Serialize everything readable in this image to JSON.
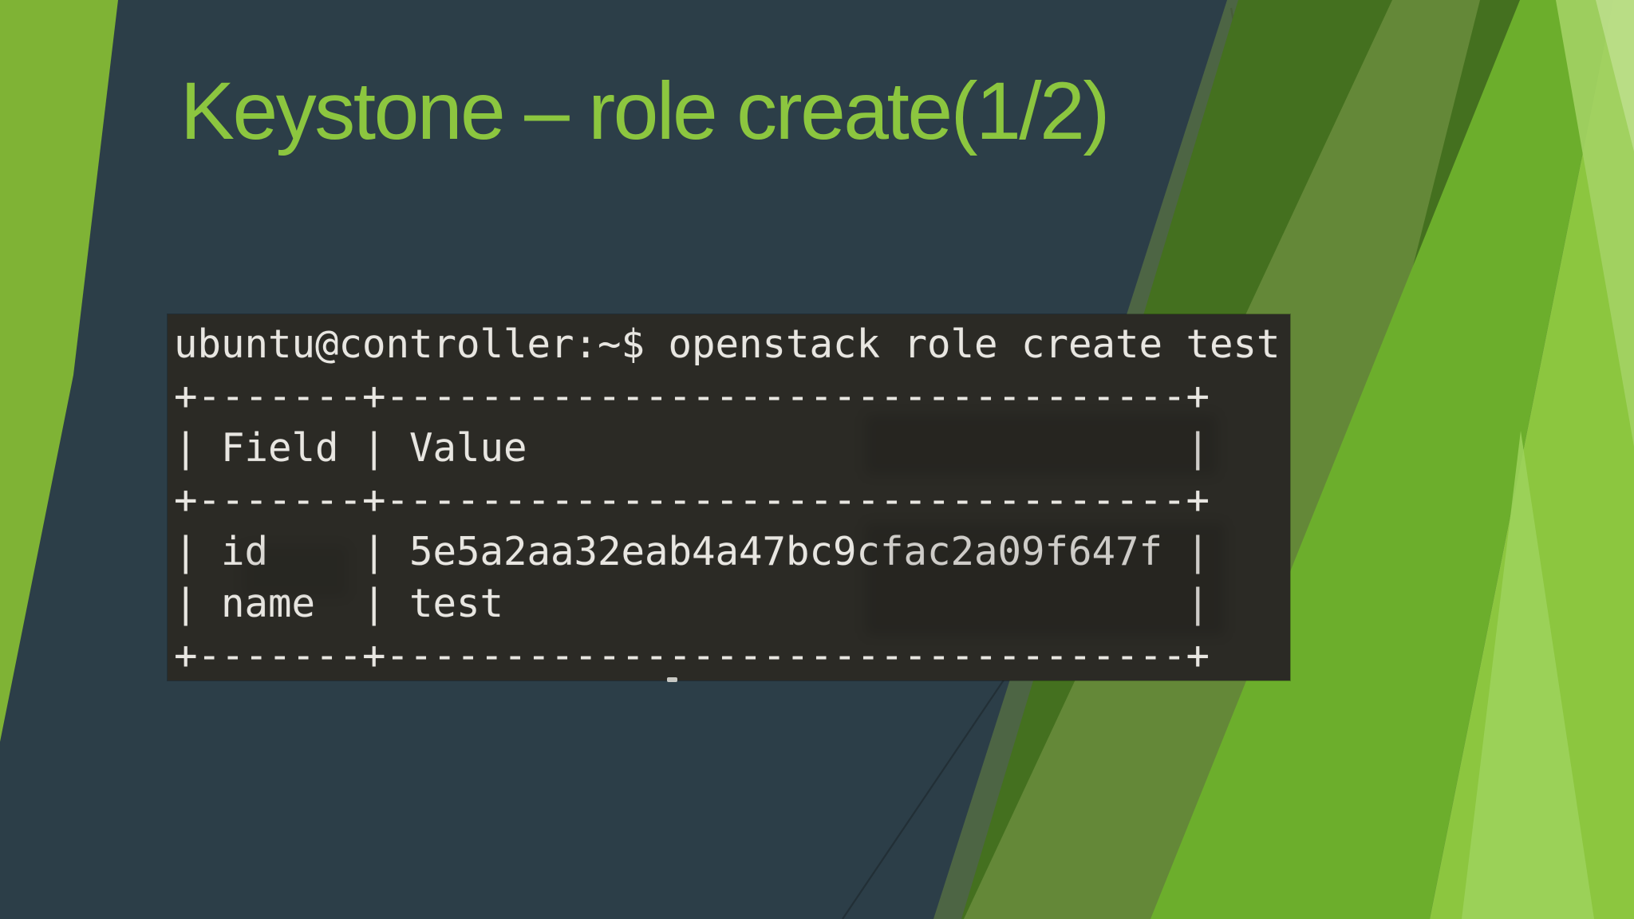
{
  "slide": {
    "title": "Keystone – role create(1/2)"
  },
  "terminal": {
    "prompt": "ubuntu@controller:~$",
    "command": "openstack role create test",
    "screen_text": "ubuntu@controller:~$ openstack role create test\n+-------+----------------------------------+\n| Field | Value                            |\n+-------+----------------------------------+\n| id    | 5e5a2aa32eab4a47bc9cfac2a09f647f |\n| name  | test                             |\n+-------+----------------------------------+",
    "table": {
      "headers": [
        "Field",
        "Value"
      ],
      "rows": [
        {
          "field": "id",
          "value": "5e5a2aa32eab4a47bc9cfac2a09f647f"
        },
        {
          "field": "name",
          "value": "test"
        }
      ]
    }
  },
  "theme": {
    "slate": "#2c3e48",
    "title_green": "#8cc63f",
    "terminal_background": "#2b2a25",
    "terminal_text": "#e8e6e1",
    "facet_greens": [
      "#44701f",
      "#5d9a28",
      "#6cae2c",
      "#7fb335",
      "#8cc63f",
      "#9ed25d",
      "#a3d164"
    ]
  }
}
